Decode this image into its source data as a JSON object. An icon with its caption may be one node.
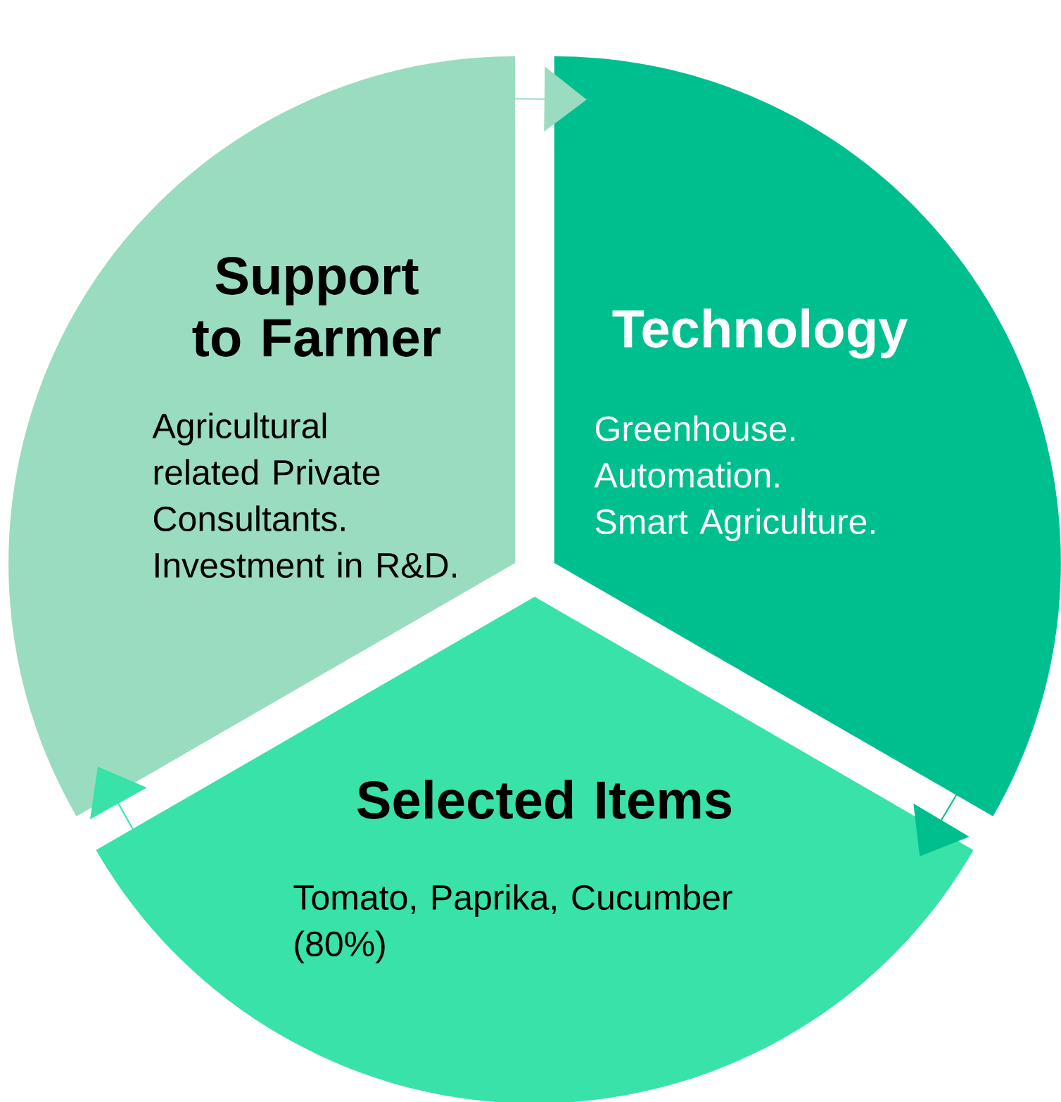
{
  "diagram": {
    "nodes": [
      {
        "text": [
          "Support to Farmer",
          "Agricultural related Private Consultants.",
          "Investment in R&D."
        ]
      },
      {
        "text": [
          "Technology",
          "Greenhouse.",
          "Automation.",
          "Smart Agriculture."
        ]
      },
      {
        "text": [
          "Selected Items",
          "Tomato, Paprika, Cucumber (80%)"
        ]
      }
    ],
    "edges": [
      {
        "from": 0,
        "to": 1,
        "arrow": "to",
        "color": "#9adcbf"
      },
      {
        "from": 1,
        "to": 2,
        "arrow": "to",
        "color": "#00bf8f"
      },
      {
        "from": 2,
        "to": 0,
        "arrow": "to",
        "color": "#38e2a8"
      }
    ]
  }
}
